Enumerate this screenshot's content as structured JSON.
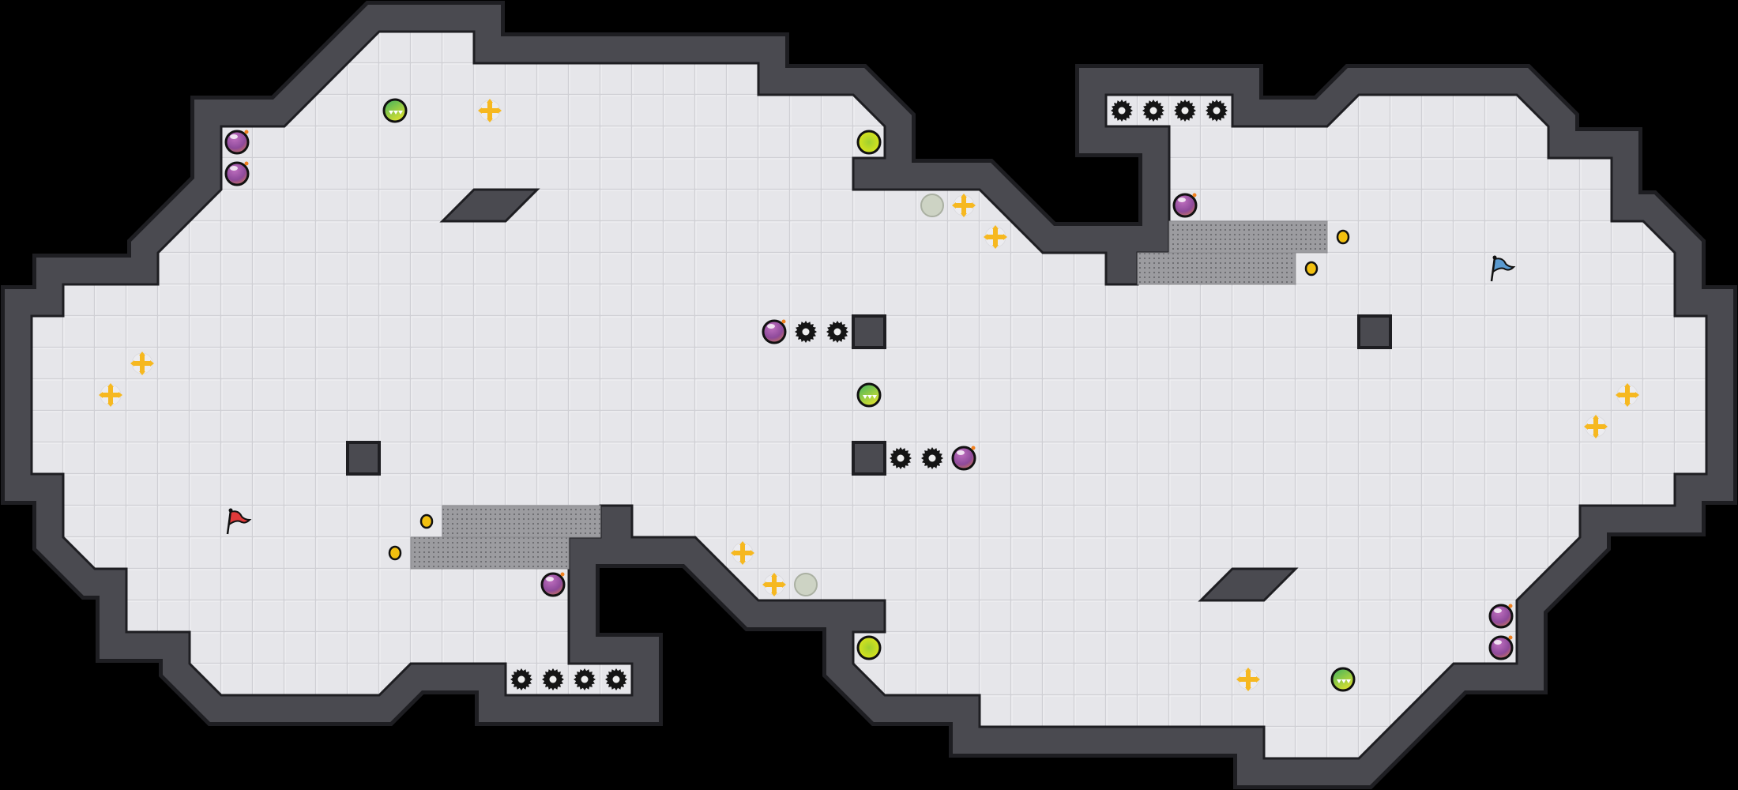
{
  "level": {
    "colors": {
      "background": "#000000",
      "floor": "#e3e3e7",
      "floor_line": "#cfcfd4",
      "wall": "#4a4a50",
      "wall_edge": "#1e1e22",
      "mesh": "#9a9a9e",
      "bomb": "#a0508a",
      "spike": "#151515",
      "green_ball": "#5cc05a",
      "lime_ball": "#c8dc20",
      "pale_ball": "#cdd3c4",
      "cross": "#f6b820",
      "coin": "#f2c010",
      "red_flag": "#e03a3a",
      "blue_flag": "#5a9ad0"
    },
    "entity_types": [
      "bomb",
      "spike",
      "green-ball",
      "lime-ball",
      "pale-ball",
      "cross",
      "coin",
      "red-flag",
      "blue-flag",
      "block",
      "ramp",
      "mesh"
    ]
  }
}
